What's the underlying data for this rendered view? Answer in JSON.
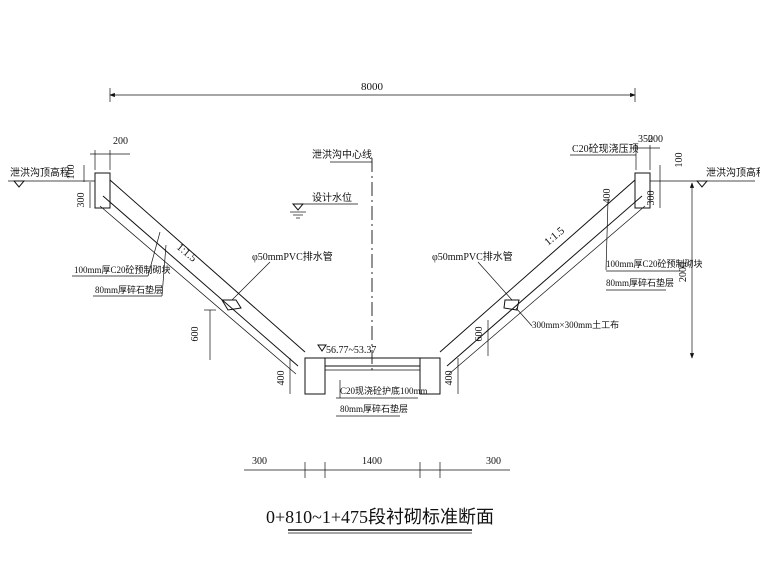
{
  "title": "0+810~1+475段衬砌标准断面",
  "dimensions": {
    "overall_width": "8000",
    "left_cap_width": "200",
    "right_cap_width": "350",
    "right_cap_width2": "200",
    "cap_height_left": "100",
    "cap_height_right": "100",
    "cap_depth_left": "300",
    "cap_depth_right": "300",
    "pipe_height_left": "600",
    "pipe_height_right": "600",
    "footing_left": "400",
    "footing_right": "400",
    "total_depth": "2000",
    "footing_seg": "300",
    "bottom_width": "1400",
    "footing_seg_right": "300",
    "slope_upper_right": "400"
  },
  "labels": {
    "top_elev_left": "泄洪沟顶高程",
    "top_elev_right": "泄洪沟顶高程",
    "centerline": "泄洪沟中心线",
    "design_water": "设计水位",
    "slope_left": "1:1.5",
    "slope_right": "1:1.5",
    "cap_right": "C20砼现浇压顶",
    "pvc_left": "φ50mmPVC排水管",
    "pvc_right": "φ50mmPVC排水管",
    "block_left": "100mm厚C20砼预制砌块",
    "gravel_left": "80mm厚碎石垫层",
    "block_right": "100mm厚C20砼预制砌块",
    "gravel_right": "80mm厚碎石垫层",
    "geotextile": "300mm×300mm土工布",
    "elevation": "56.77~53.37",
    "bottom_lining": "C20现浇砼护底100mm",
    "bottom_gravel": "80mm厚碎石垫层"
  }
}
